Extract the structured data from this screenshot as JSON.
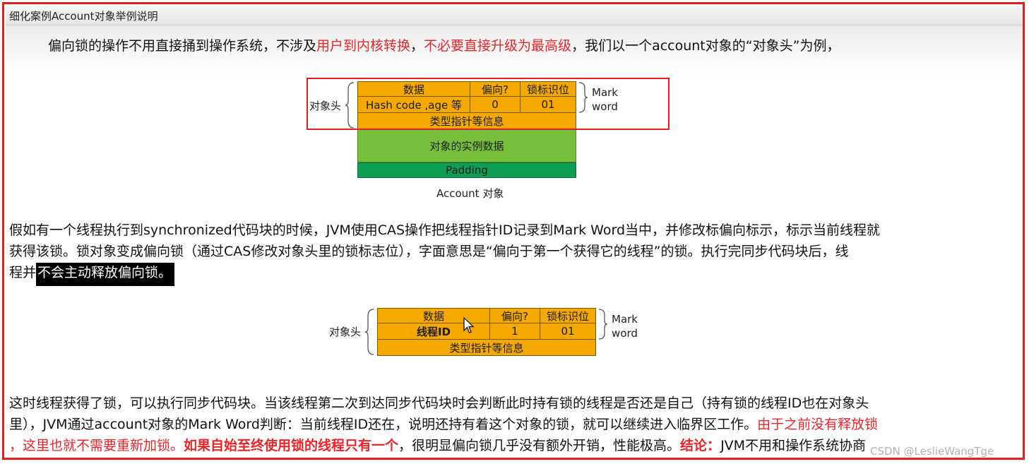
{
  "window": {
    "title": "细化案例Account对象举例说明"
  },
  "intro": {
    "part1": "偏向锁的操作不用直接捅到操作系统，不涉及",
    "red1": "用户到内核转换",
    "part2": "，",
    "red2": "不必要直接升级为最高级",
    "part3": "，我们以一个account对象的“对象头”为例，"
  },
  "diagram1": {
    "header_label": "对象头",
    "cols": [
      "数据",
      "偏向?",
      "锁标识位"
    ],
    "row": [
      "Hash code ,age 等",
      "0",
      "01"
    ],
    "type_ptr": "类型指针等信息",
    "instance": "对象的实例数据",
    "padding": "Padding",
    "mark1": "Mark",
    "mark2": "word",
    "caption": "Account 对象"
  },
  "para2": {
    "line1": "假如有一个线程执行到synchronized代码块的时候，JVM使用CAS操作把线程指针ID记录到Mark Word当中，并修改标偏向标示，标示当前线程就",
    "line2": "获得该锁。锁对象变成偏向锁（通过CAS修改对象头里的锁标志位），字面意思是“偏向于第一个获得它的线程”的锁。执行完同步代码块后，线",
    "line3a": "程并",
    "line3b": "不会主动释放偏向锁。"
  },
  "diagram2": {
    "header_label": "对象头",
    "cols": [
      "数据",
      "偏向?",
      "锁标识位"
    ],
    "row": [
      "线程ID",
      "1",
      "01"
    ],
    "type_ptr": "类型指针等信息",
    "mark1": "Mark",
    "mark2": "word"
  },
  "para3": {
    "line1": "这时线程获得了锁，可以执行同步代码块。当该线程第二次到达同步代码块时会判断此时持有锁的线程是否还是自己（持有锁的线程ID也在对象头",
    "line2a": "里），JVM通过account对象的Mark Word判断：当前线程ID还在，说明还持有着这个对象的锁，就可以继续进入临界区工作。",
    "line2red": "由于之前没有释放锁",
    "line3red1": "，这里也就不需要重新加锁。",
    "line3red2": "如果自始至终使用锁的线程只有一个",
    "line3b": "，很明显偏向锁几乎没有额外开销，性能极高。",
    "line3red3": "结论：",
    "line3c": "JVM不用和操作系统协商"
  },
  "watermark": "CSDN @LeslieWangTge"
}
